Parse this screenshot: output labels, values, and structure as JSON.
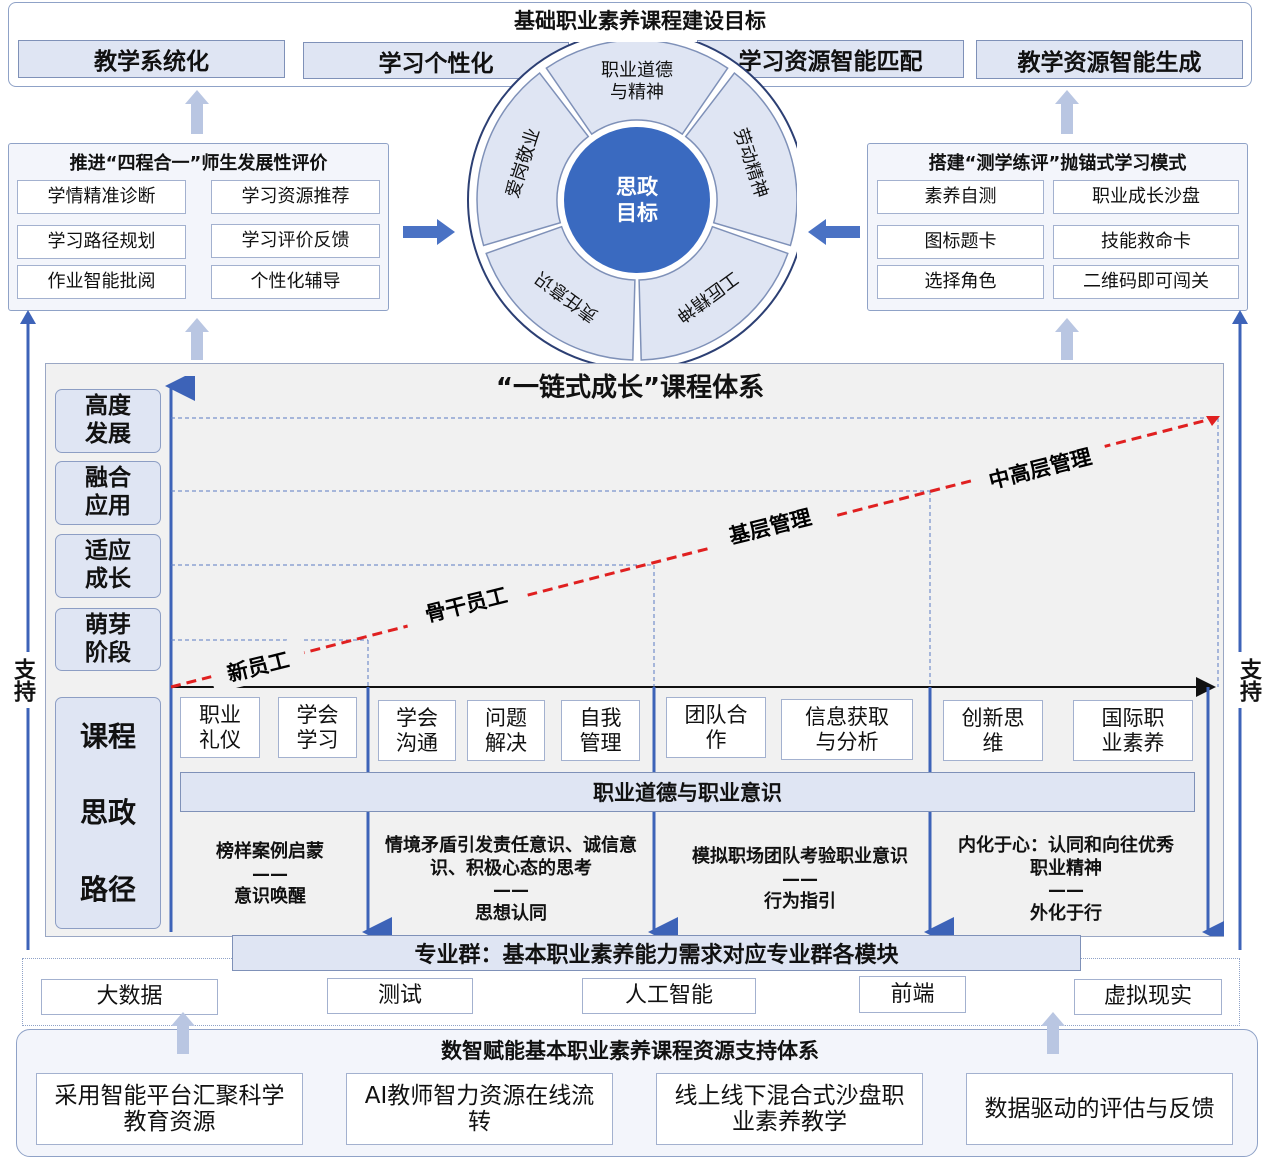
{
  "top": {
    "title": "基础职业素养课程建设目标",
    "goals": [
      "教学系统化",
      "学习个性化",
      "学习资源智能匹配",
      "教学资源智能生成"
    ]
  },
  "left_panel": {
    "title": "推进“四程合一”师生发展性评价",
    "items": [
      "学情精准诊断",
      "学习资源推荐",
      "学习路径规划",
      "学习评价反馈",
      "作业智能批阅",
      "个性化辅导"
    ]
  },
  "right_panel": {
    "title": "搭建“测学练评”抛锚式学习模式",
    "items": [
      "素养自测",
      "职业成长沙盘",
      "图标题卡",
      "技能救命卡",
      "选择角色",
      "二维码即可闯关"
    ]
  },
  "wheel": {
    "center": "思政目标",
    "segments": [
      "职业道德与精神",
      "劳动精神",
      "工匠精神",
      "责任意识",
      "爱岗敬业"
    ]
  },
  "course": {
    "title": "“一链式成长”课程体系",
    "levels": [
      "高度发展",
      "融合应用",
      "适应成长",
      "萌芽阶段"
    ],
    "path_label": [
      "课程",
      "思政",
      "路径"
    ],
    "stages": [
      "新员工",
      "骨干员工",
      "基层管理",
      "中高层管理"
    ],
    "modules": [
      "职业礼仪",
      "学会学习",
      "学会沟通",
      "问题解决",
      "自我管理",
      "团队合作",
      "信息获取与分析",
      "创新思维",
      "国际职业素养"
    ],
    "ethics_bar": "职业道德与职业意识",
    "descriptions": [
      {
        "main": "榜样案例启蒙",
        "dash": "——",
        "sub": "意识唤醒"
      },
      {
        "main": "情境矛盾引发责任意识、诚信意识、积极心态的思考",
        "dash": "——",
        "sub": "思想认同"
      },
      {
        "main": "模拟职场团队考验职业意识",
        "dash": "——",
        "sub": "行为指引"
      },
      {
        "main": "内化于心：认同和向往优秀职业精神",
        "dash": "——",
        "sub": "外化于行"
      }
    ],
    "support_left": "支持",
    "support_right": "支持"
  },
  "major_group": "专业群：基本职业素养能力需求对应专业群各模块",
  "tech": [
    "大数据",
    "测试",
    "人工智能",
    "前端",
    "虚拟现实"
  ],
  "bottom": {
    "title": "数智赋能基本职业素养课程资源支持体系",
    "items": [
      "采用智能平台汇聚科学教育资源",
      "AI教师智力资源在线流转",
      "线上线下混合式沙盘职业素养教学",
      "数据驱动的评估与反馈"
    ]
  },
  "colors": {
    "header_fill": "#dfe5f3",
    "panel_fill": "#f3f5fb",
    "border": "#8fa2c7",
    "axis_blue": "#3d63b8",
    "growth_red": "#e02020",
    "wheel_center": "#3a6ac0",
    "wheel_ring": "#dfe5f3",
    "arrow_fill": "#4a72c4"
  }
}
